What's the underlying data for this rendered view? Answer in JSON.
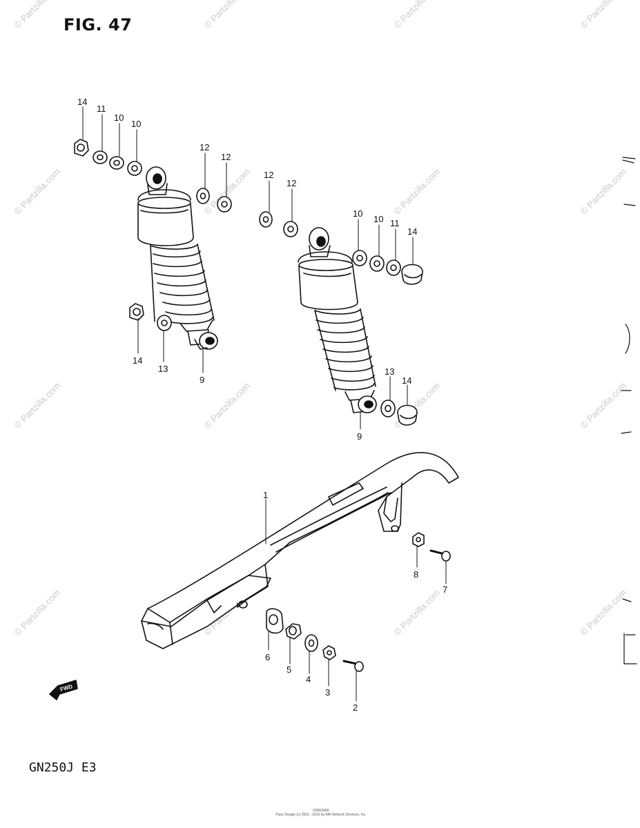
{
  "figure": {
    "title": "FIG. 47",
    "model": "GN250J  E3"
  },
  "watermark": "© Partzilla.com",
  "footer": [
    "0000/0000",
    "Parts Design (c) 2001 - 2015 by ARI Network Services, Inc."
  ],
  "forward_marker": "FWD",
  "callouts": {
    "c1": "1",
    "c2": "2",
    "c3": "3",
    "c4": "4",
    "c5": "5",
    "c6": "6",
    "c7": "7",
    "c8": "8",
    "c9a": "9",
    "c9b": "9",
    "c10a": "10",
    "c10b": "10",
    "c10c": "10",
    "c10d": "10",
    "c11a": "11",
    "c11b": "11",
    "c12a": "12",
    "c12b": "12",
    "c12c": "12",
    "c12d": "12",
    "c13a": "13",
    "c13b": "13",
    "c14a": "14",
    "c14b": "14",
    "c14c": "14",
    "c14d": "14"
  }
}
